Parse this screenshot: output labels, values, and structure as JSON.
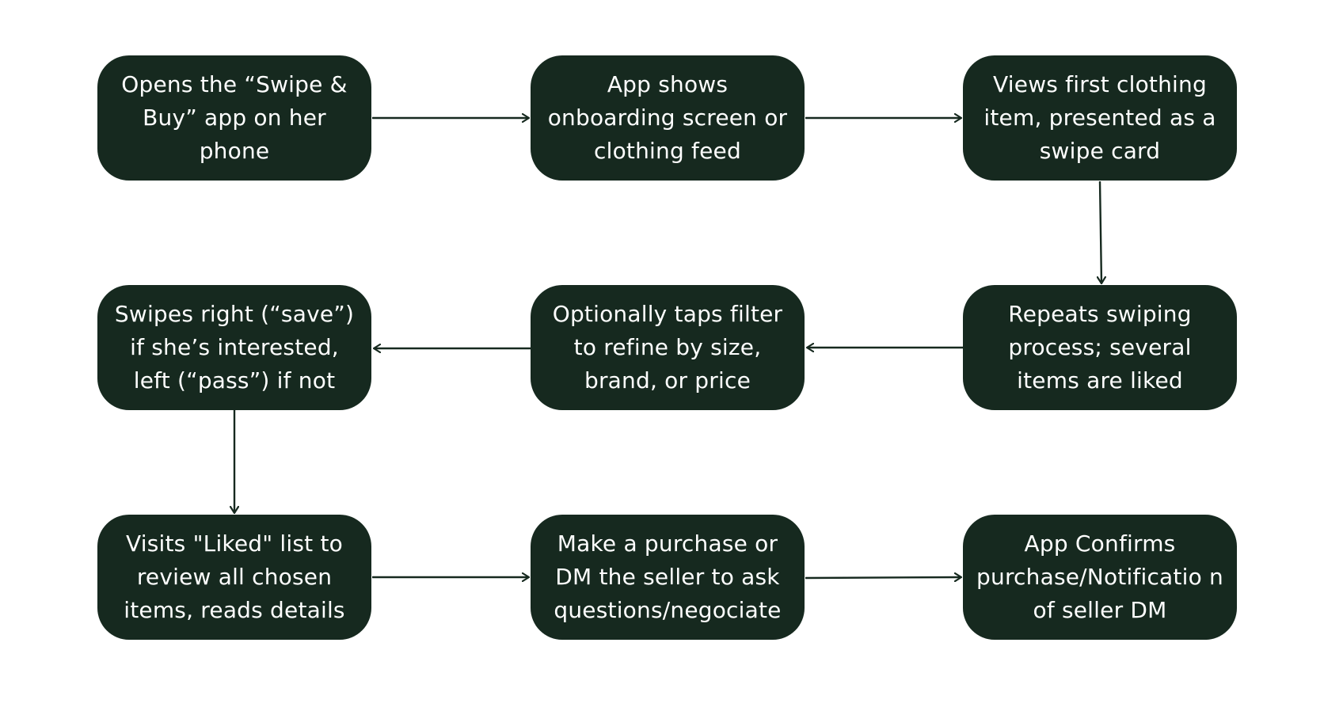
{
  "diagram": {
    "type": "flowchart",
    "colors": {
      "node_fill": "#16291f",
      "node_text": "#ffffff",
      "arrow": "#16291f",
      "background": "#ffffff"
    },
    "nodes": [
      {
        "id": "step-1",
        "text": "Opens the “Swipe & Buy” app on her phone"
      },
      {
        "id": "step-2",
        "text": "App shows onboarding screen or clothing feed"
      },
      {
        "id": "step-3",
        "text": "Views first clothing item, presented as a swipe card"
      },
      {
        "id": "step-4",
        "text": "Repeats swiping process; several items are liked"
      },
      {
        "id": "step-5",
        "text": "Optionally taps filter to refine by size, brand, or price"
      },
      {
        "id": "step-6",
        "text": "Swipes right (“save”) if she’s interested, left (“pass”) if not"
      },
      {
        "id": "step-7",
        "text": "Visits \"Liked\" list to review all chosen items, reads details"
      },
      {
        "id": "step-8",
        "text": "Make a purchase or DM the seller to ask questions/negociate"
      },
      {
        "id": "step-9",
        "text": "App Confirms purchase/Notificatio n of seller DM"
      }
    ],
    "edges": [
      {
        "from": "step-1",
        "to": "step-2"
      },
      {
        "from": "step-2",
        "to": "step-3"
      },
      {
        "from": "step-3",
        "to": "step-4"
      },
      {
        "from": "step-4",
        "to": "step-5"
      },
      {
        "from": "step-5",
        "to": "step-6"
      },
      {
        "from": "step-6",
        "to": "step-7"
      },
      {
        "from": "step-7",
        "to": "step-8"
      },
      {
        "from": "step-8",
        "to": "step-9"
      }
    ]
  }
}
